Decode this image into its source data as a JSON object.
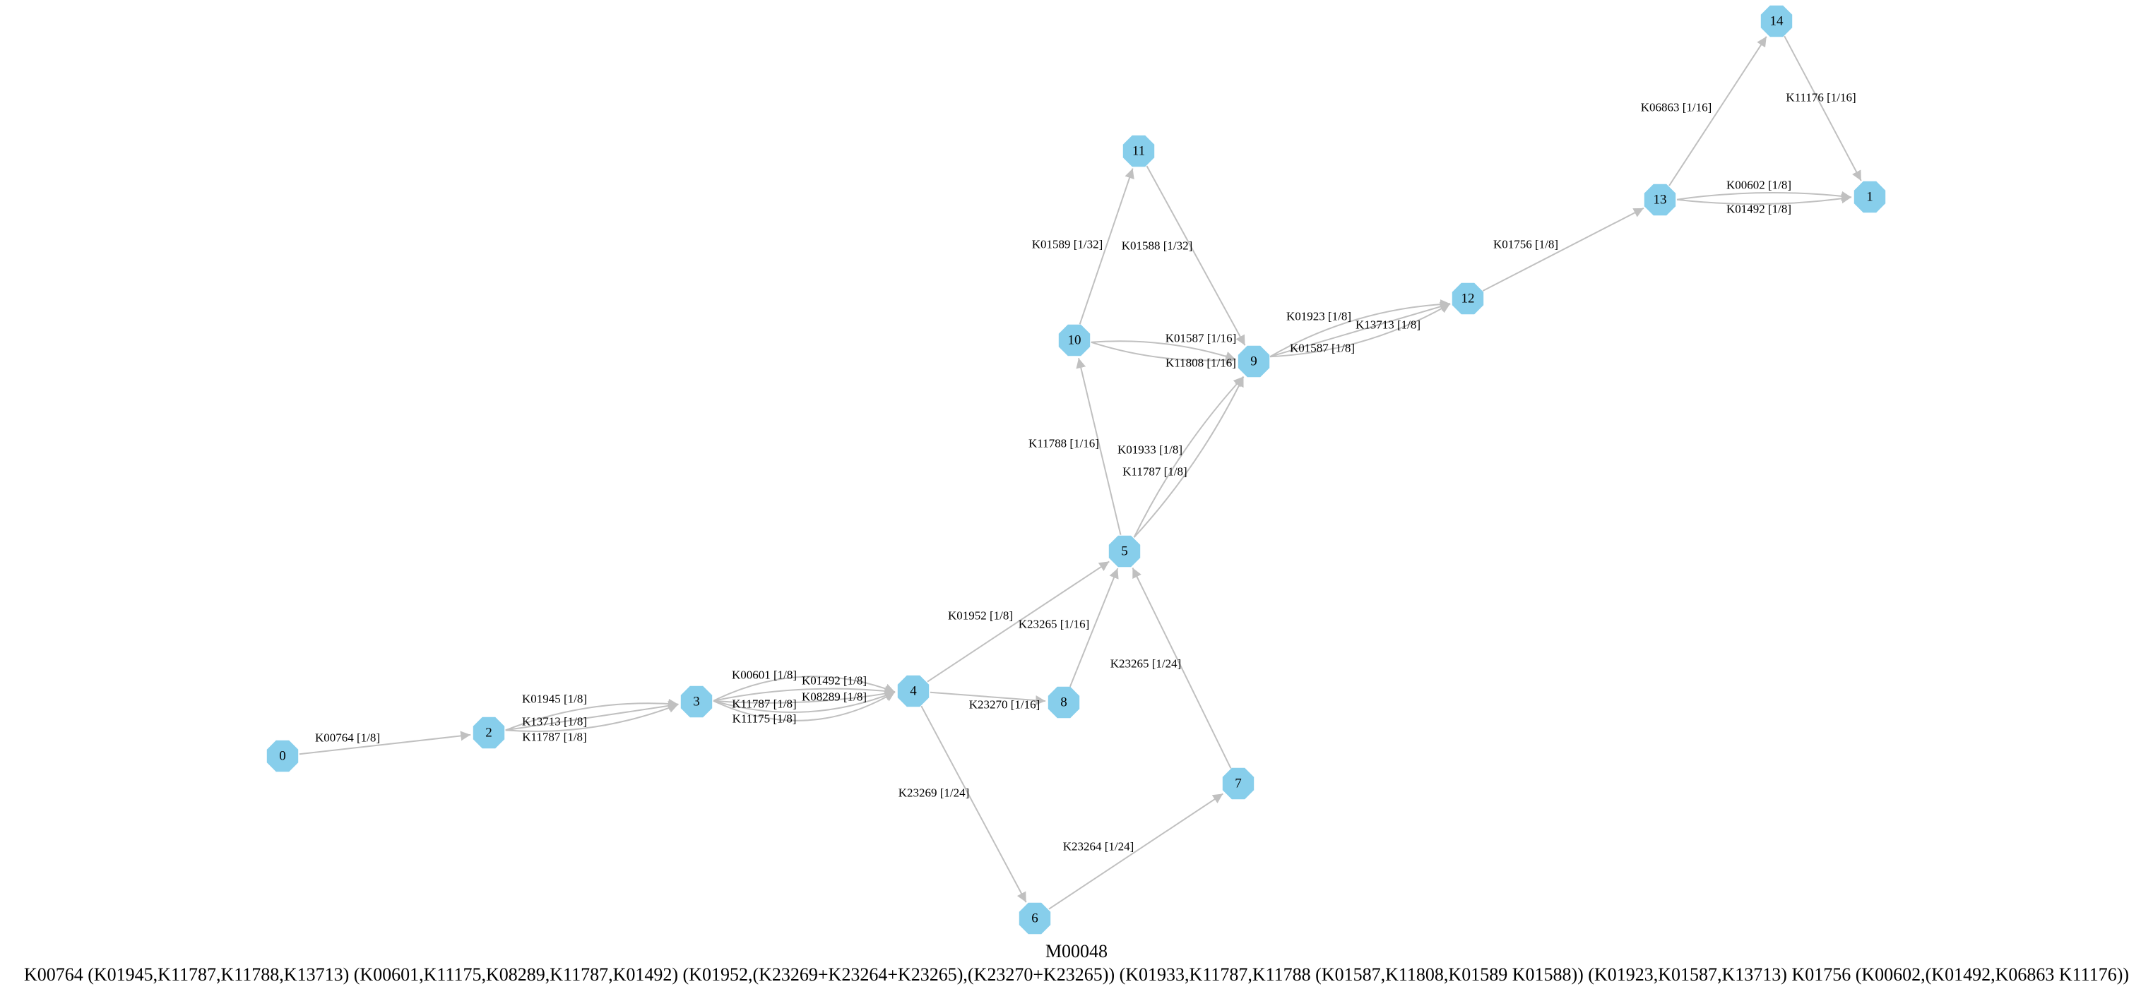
{
  "module": {
    "title": "M00048",
    "definition": "K00764 (K01945,K11787,K11788,K13713) (K00601,K11175,K08289,K11787,K01492) (K01952,(K23269+K23264+K23265),(K23270+K23265)) (K01933,K11787,K11788 (K01587,K11808,K01589 K01588)) (K01923,K01587,K13713) K01756 (K00602,(K01492,K06863 K11176))"
  },
  "colors": {
    "node": "#87ceeb",
    "edge": "#c0c0c0",
    "text": "#000000"
  },
  "nodes": [
    "0",
    "1",
    "2",
    "3",
    "4",
    "5",
    "6",
    "7",
    "8",
    "9",
    "10",
    "11",
    "12",
    "13",
    "14"
  ],
  "edges": [
    {
      "from": "0",
      "to": "2",
      "label": "K00764 [1/8]"
    },
    {
      "from": "2",
      "to": "3",
      "label": "K01945 [1/8]"
    },
    {
      "from": "2",
      "to": "3",
      "label": "K13713 [1/8]"
    },
    {
      "from": "2",
      "to": "3",
      "label": "K11787 [1/8]"
    },
    {
      "from": "3",
      "to": "4",
      "label": "K00601 [1/8]"
    },
    {
      "from": "3",
      "to": "4",
      "label": "K01492 [1/8]"
    },
    {
      "from": "3",
      "to": "4",
      "label": "K11787 [1/8]"
    },
    {
      "from": "3",
      "to": "4",
      "label": "K08289 [1/8]"
    },
    {
      "from": "3",
      "to": "4",
      "label": "K11175 [1/8]"
    },
    {
      "from": "4",
      "to": "5",
      "label": "K01952 [1/8]"
    },
    {
      "from": "4",
      "to": "6",
      "label": "K23269 [1/24]"
    },
    {
      "from": "4",
      "to": "8",
      "label": "K23270 [1/16]"
    },
    {
      "from": "6",
      "to": "7",
      "label": "K23264 [1/24]"
    },
    {
      "from": "7",
      "to": "5",
      "label": "K23265 [1/24]"
    },
    {
      "from": "8",
      "to": "5",
      "label": "K23265 [1/16]"
    },
    {
      "from": "5",
      "to": "10",
      "label": "K11788 [1/16]"
    },
    {
      "from": "5",
      "to": "9",
      "label": "K01933 [1/8]"
    },
    {
      "from": "5",
      "to": "9",
      "label": "K11787 [1/8]"
    },
    {
      "from": "10",
      "to": "11",
      "label": "K01589 [1/32]"
    },
    {
      "from": "11",
      "to": "9",
      "label": "K01588 [1/32]"
    },
    {
      "from": "10",
      "to": "9",
      "label": "K01587 [1/16]"
    },
    {
      "from": "10",
      "to": "9",
      "label": "K11808 [1/16]"
    },
    {
      "from": "9",
      "to": "12",
      "label": "K01923 [1/8]"
    },
    {
      "from": "9",
      "to": "12",
      "label": "K13713 [1/8]"
    },
    {
      "from": "9",
      "to": "12",
      "label": "K01587 [1/8]"
    },
    {
      "from": "12",
      "to": "13",
      "label": "K01756 [1/8]"
    },
    {
      "from": "13",
      "to": "14",
      "label": "K06863 [1/16]"
    },
    {
      "from": "14",
      "to": "1",
      "label": "K11176 [1/16]"
    },
    {
      "from": "13",
      "to": "1",
      "label": "K00602 [1/8]"
    },
    {
      "from": "13",
      "to": "1",
      "label": "K01492 [1/8]"
    }
  ]
}
